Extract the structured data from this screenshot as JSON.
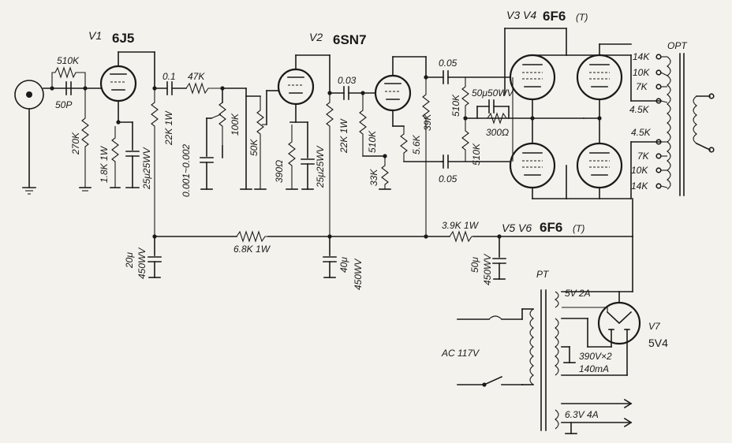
{
  "tubes": {
    "v1": {
      "id": "V1",
      "type": "6J5"
    },
    "v2": {
      "id": "V2",
      "type": "6SN7"
    },
    "v34": {
      "id": "V3 V4",
      "type": "6F6",
      "mode": "(T)"
    },
    "v56": {
      "id": "V5 V6",
      "type": "6F6",
      "mode": "(T)"
    },
    "v7": {
      "id": "V7",
      "type": "5V4"
    }
  },
  "components": {
    "r_510k_in": "510K",
    "c_50p": "50P",
    "r_270k": "270K",
    "r_18k": "1.8K 1W",
    "c_25u_1": "25μ25WV",
    "r_22k_1": "22K 1W",
    "c_01": "0.1",
    "r_47k": "47K",
    "c_0001": "0.001~0.002",
    "r_100k": "100K",
    "r_50k": "50K",
    "r_390": "390Ω",
    "c_25u_2": "25μ25WV",
    "r_22k_2": "22K 1W",
    "c_003": "0.03",
    "r_510k_2": "510K",
    "r_56k": "5.6K",
    "r_33k": "33K",
    "r_39k": "39K",
    "c_005a": "0.05",
    "c_005b": "0.05",
    "r_510k_g1": "510K",
    "r_510k_g2": "510K",
    "c_50u50": "50μ50WV",
    "r_300": "300Ω",
    "r_68k": "6.8K 1W",
    "r_39k1w": "3.9K 1W",
    "c_20u_a": "20μ",
    "c_20u_b": "450WV",
    "c_40u_a": "40μ",
    "c_40u_b": "450WV",
    "c_50u_a": "50μ",
    "c_50u_b": "450WV"
  },
  "opt": {
    "label": "OPT",
    "taps_top": [
      "14K",
      "10K",
      "7K",
      "4.5K"
    ],
    "taps_bottom": [
      "4.5K",
      "7K",
      "10K",
      "14K"
    ]
  },
  "pt": {
    "label": "PT",
    "w_5v": "5V 2A",
    "w_hv1": "390V×2",
    "w_hv2": "140mA",
    "w_63": "6.3V 4A",
    "ac": "AC 117V"
  }
}
